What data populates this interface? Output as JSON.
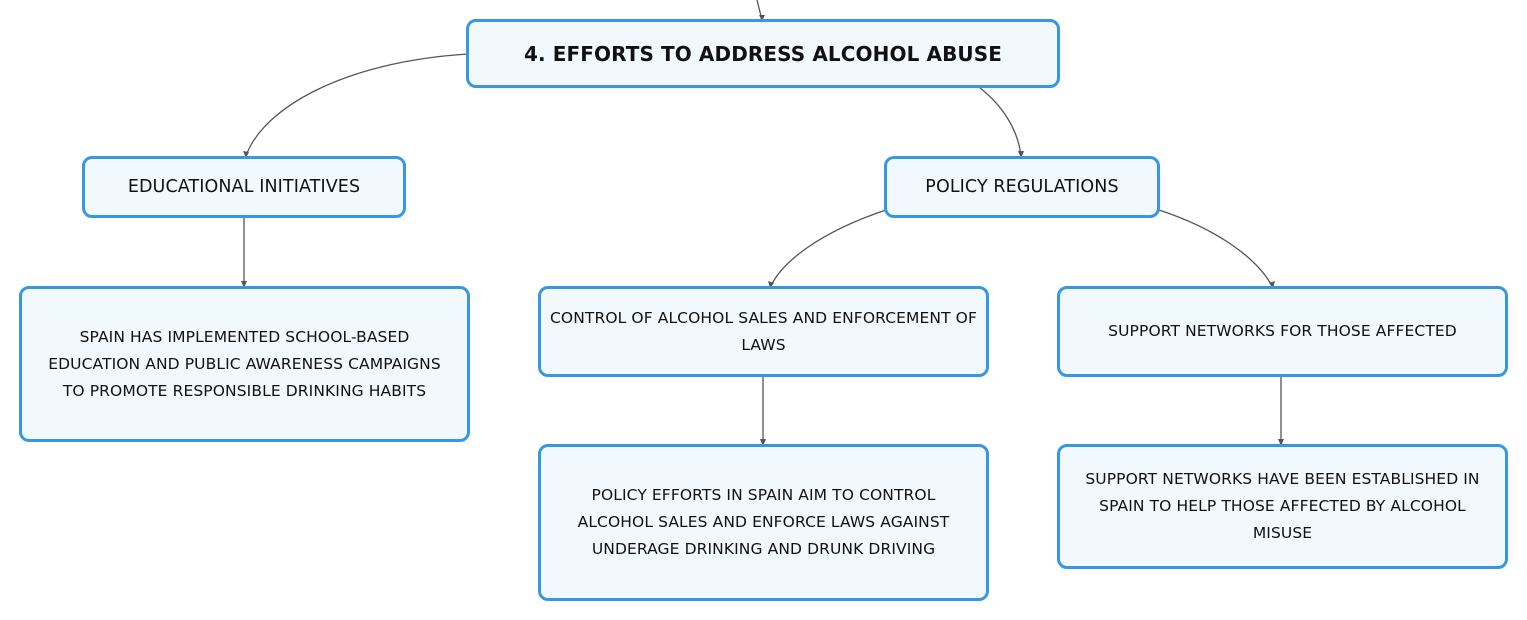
{
  "diagram": {
    "root": {
      "label": "4. EFFORTS TO ADDRESS ALCOHOL ABUSE"
    },
    "educational": {
      "label": "EDUCATIONAL INITIATIVES",
      "detail": "SPAIN HAS IMPLEMENTED SCHOOL-BASED EDUCATION AND PUBLIC AWARENESS CAMPAIGNS TO PROMOTE RESPONSIBLE DRINKING HABITS"
    },
    "policy": {
      "label": "POLICY REGULATIONS",
      "control": {
        "label": "CONTROL OF ALCOHOL SALES AND ENFORCEMENT OF LAWS",
        "detail": "POLICY EFFORTS IN SPAIN AIM TO CONTROL ALCOHOL SALES AND ENFORCE LAWS AGAINST UNDERAGE DRINKING AND DRUNK DRIVING"
      },
      "support": {
        "label": "SUPPORT NETWORKS FOR THOSE AFFECTED",
        "detail": "SUPPORT NETWORKS HAVE BEEN ESTABLISHED IN SPAIN TO HELP THOSE AFFECTED BY ALCOHOL MISUSE"
      }
    },
    "colors": {
      "node_border": "#3797df",
      "node_fill": "#f1f8fe",
      "edge": "#555555",
      "text": "#111111"
    }
  }
}
